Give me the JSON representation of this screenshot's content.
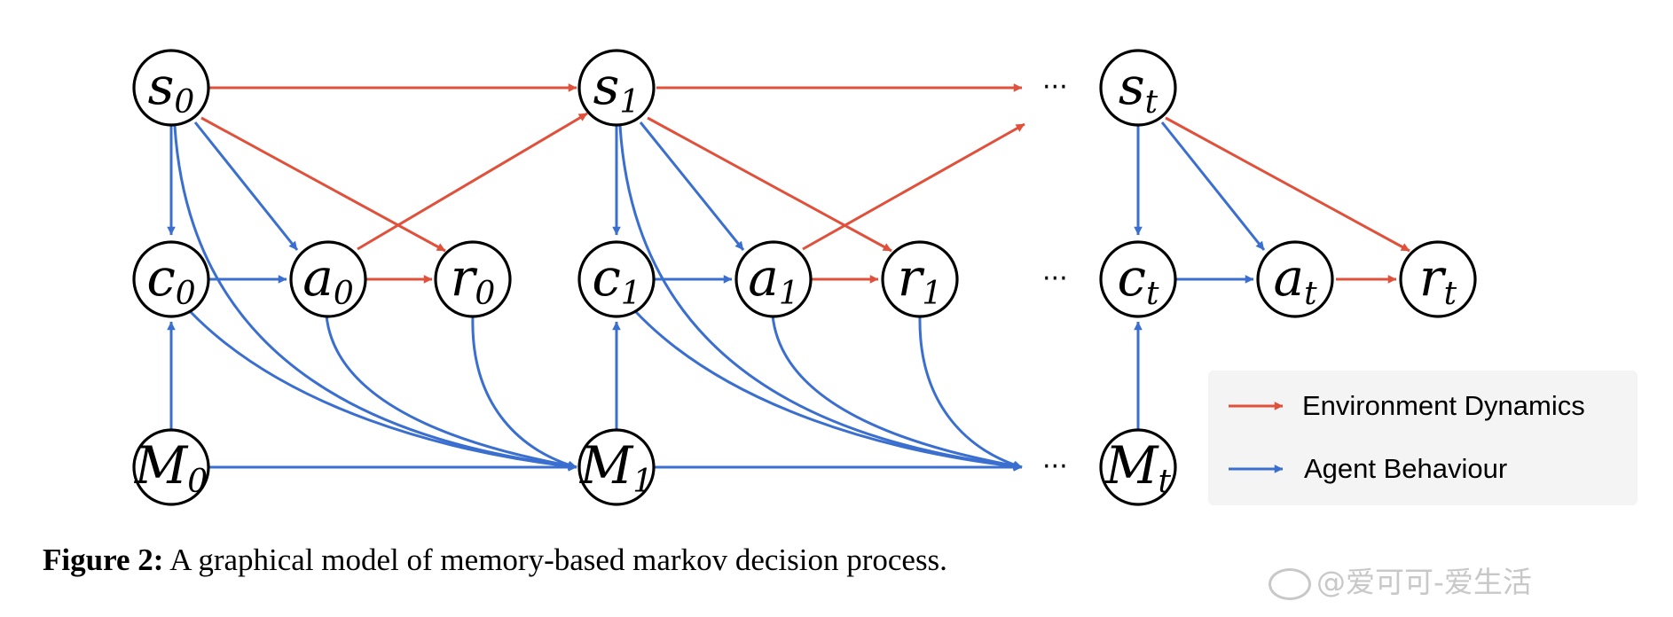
{
  "diagram": {
    "colors": {
      "environment": "#e0503a",
      "agent": "#3a6fd0",
      "node_border": "#000000",
      "legend_bg": "#f4f4f4"
    },
    "nodes": {
      "s0": {
        "main": "s",
        "sub": "0"
      },
      "s1": {
        "main": "s",
        "sub": "1"
      },
      "st": {
        "main": "s",
        "sub": "t"
      },
      "c0": {
        "main": "c",
        "sub": "0"
      },
      "c1": {
        "main": "c",
        "sub": "1"
      },
      "ct": {
        "main": "c",
        "sub": "t"
      },
      "a0": {
        "main": "a",
        "sub": "0"
      },
      "a1": {
        "main": "a",
        "sub": "1"
      },
      "at": {
        "main": "a",
        "sub": "t"
      },
      "r0": {
        "main": "r",
        "sub": "0"
      },
      "r1": {
        "main": "r",
        "sub": "1"
      },
      "rt": {
        "main": "r",
        "sub": "t"
      },
      "m0": {
        "main": "M",
        "sub": "0"
      },
      "m1": {
        "main": "M",
        "sub": "1"
      },
      "mt": {
        "main": "M",
        "sub": "t"
      }
    },
    "ellipsis": "···",
    "legend": {
      "environment_label": "Environment Dynamics",
      "agent_label": "Agent Behaviour"
    }
  },
  "caption": {
    "label": "Figure 2:",
    "text": " A graphical model of memory-based markov decision process."
  },
  "watermark": {
    "text": "@爱可可-爱生活"
  }
}
